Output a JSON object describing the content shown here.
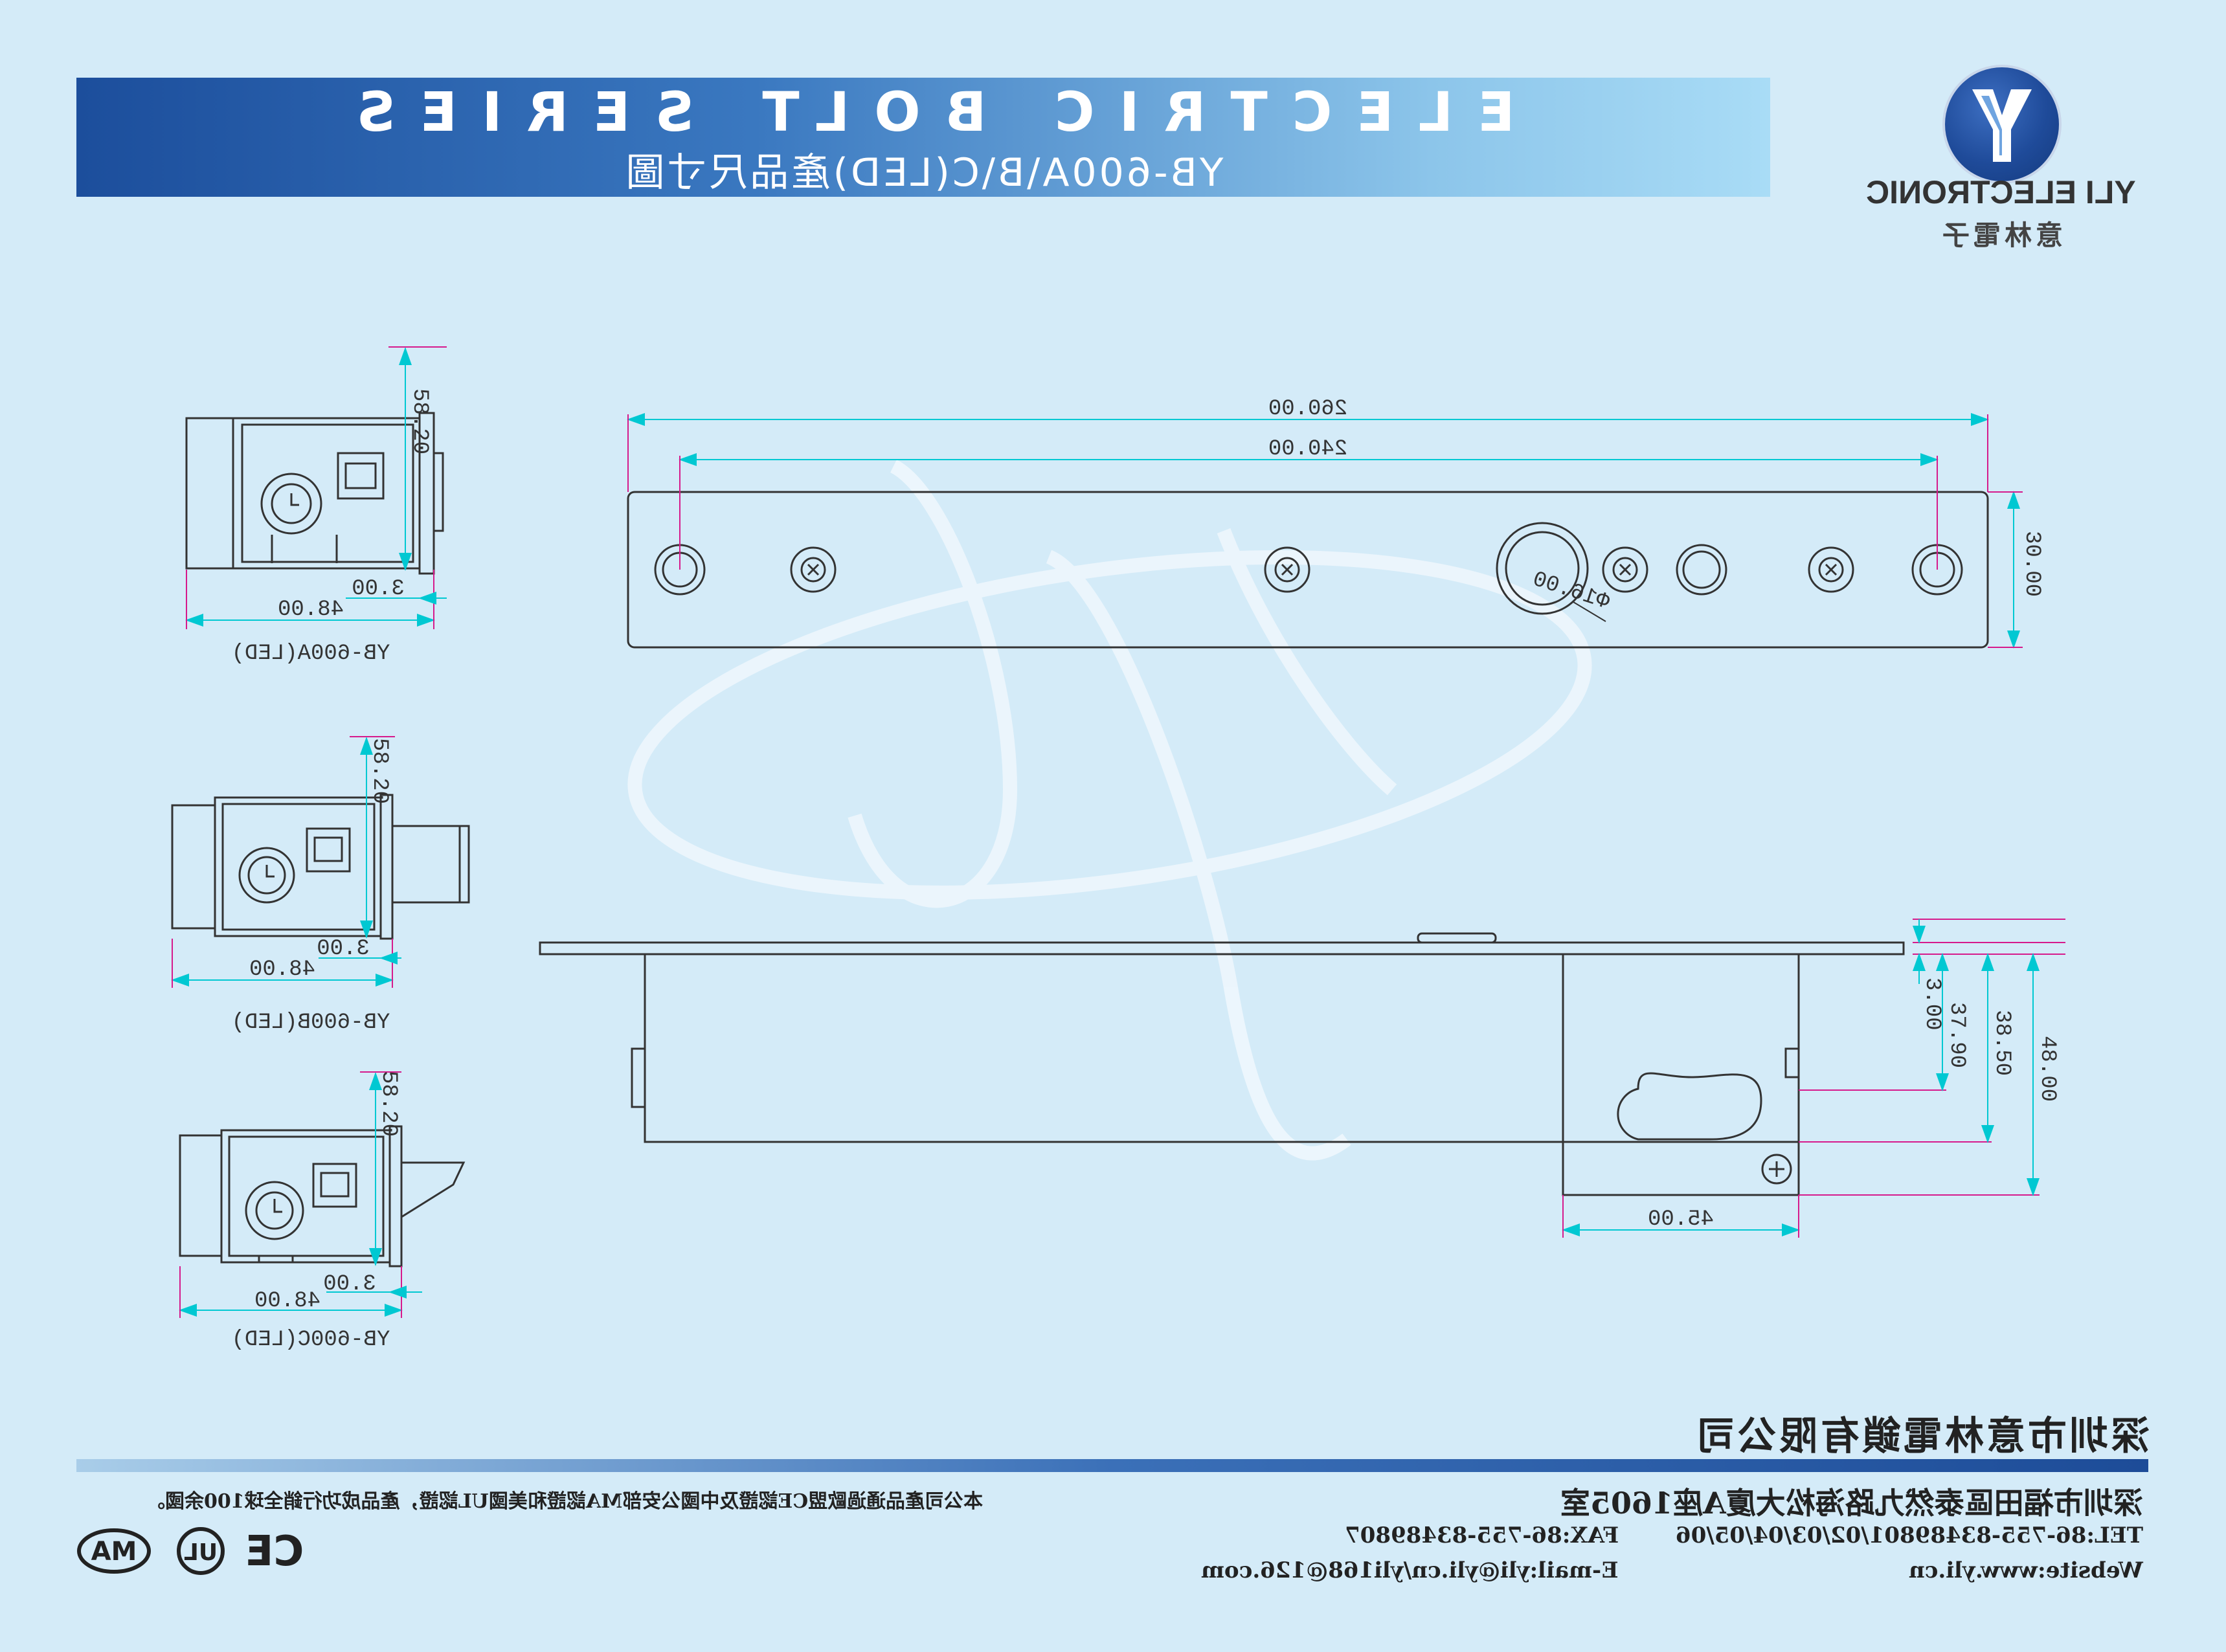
{
  "header": {
    "series_title": "ELECTRIC BOLT SERIES",
    "subtitle": "YB-600A\\B\\C(LED)產品尺寸圖"
  },
  "brand": {
    "name_en": "YLI ELECTRONIC",
    "name_cn": "意林電子"
  },
  "views": {
    "view_a_label": "YB-600A(LED)",
    "view_b_label": "YB-600B(LED)",
    "view_c_label": "YB-600C(LED)"
  },
  "dimensions": {
    "side_height": "58.20",
    "side_offset": "3.00",
    "side_width": "48.00",
    "plate_length": "260.00",
    "hole_spacing": "240.00",
    "plate_height": "30.00",
    "hole_diameter": "Φ16.00",
    "bottom_offset": "3.00",
    "bottom_d1": "37.90",
    "bottom_d2": "38.50",
    "bottom_d3": "48.00",
    "bottom_width": "45.00"
  },
  "footer": {
    "company": "深圳市意林電鎖有限公司",
    "address": "深圳市福田區泰然九路海松大廈A座1605室",
    "tel": "TEL:86-755-83489801/02/03/04/05/06",
    "fax": "FAX:86-755-83489807",
    "website": "Website:www.yli.cn",
    "email": "E-mail:yli@yli.cn/yli168@126.com",
    "cert_note": "本公司產品通過歐盟CE認證及中國公安部MA認證和美國UL認證，產品成功行銷全球100余國。",
    "cert_ma": "MA",
    "cert_ul": "UL",
    "cert_ce": "CE"
  },
  "colors": {
    "background": "#d4ebf8",
    "banner_start": "#1c4e9c",
    "banner_end": "#a9dcf6",
    "dimension_line": "#00c8d2",
    "extension_line": "#d61a8c",
    "outline": "#333333"
  }
}
